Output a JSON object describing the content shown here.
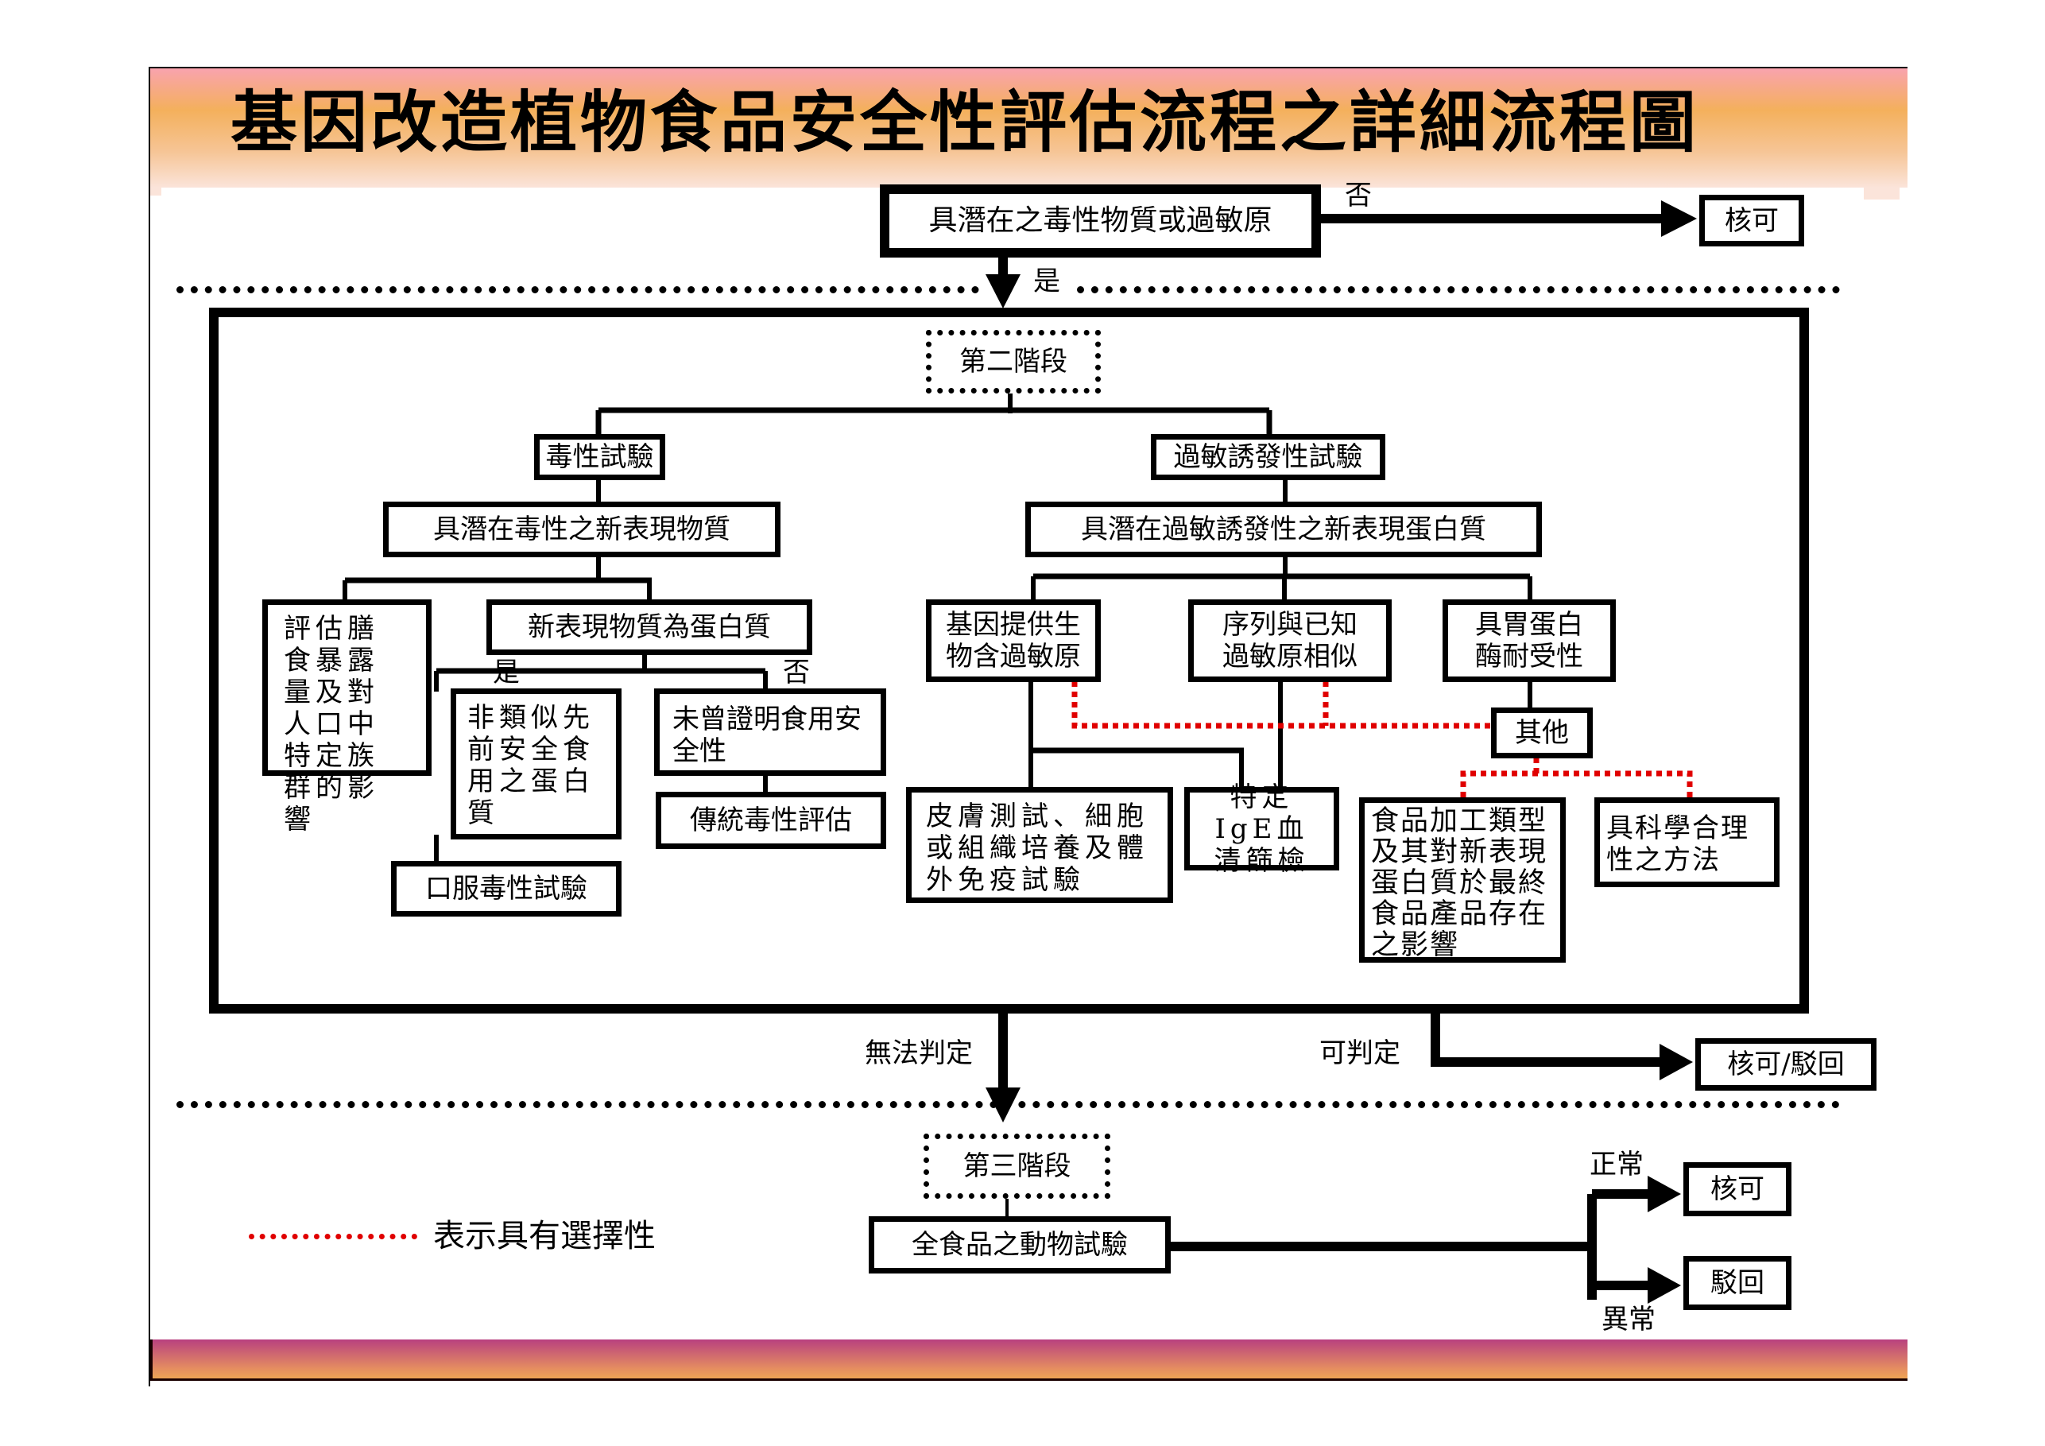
{
  "title": "基因改造植物食品安全性評估流程之詳細流程圖",
  "stage1": {
    "question": "具潛在之毒性物質或過敏原",
    "no_label": "否",
    "yes_label": "是",
    "approve": "核可"
  },
  "stage2": {
    "label": "第二階段",
    "toxicity": {
      "title": "毒性試驗",
      "substance": "具潛在毒性之新表現物質",
      "exposure": "評估膳食暴露量及對人口中特定族群的影響",
      "is_protein": "新表現物質為蛋白質",
      "yes_label": "是",
      "no_label": "否",
      "non_similar": "非類似先前安全食用之蛋白質",
      "oral_test": "口服毒性試驗",
      "unproven": "未曾證明食用安全性",
      "traditional": "傳統毒性評估"
    },
    "allergy": {
      "title": "過敏誘發性試驗",
      "protein": "具潛在過敏誘發性之新表現蛋白質",
      "gene_source": "基因提供生物含過敏原",
      "sequence": "序列與已知過敏原相似",
      "pepsin": "具胃蛋白酶耐受性",
      "other": "其他",
      "skin_test": "皮膚測試、細胞或組織培養及體外免疫試驗",
      "ige": "特定IgE血清篩檢",
      "processing": "食品加工類型及其對新表現蛋白質於最終食品產品存在之影響",
      "scientific": "具科學合理性之方法"
    },
    "undetermined": "無法判定",
    "determinable": "可判定",
    "approve_reject": "核可/駁回"
  },
  "stage3": {
    "label": "第三階段",
    "test": "全食品之動物試驗",
    "normal": "正常",
    "abnormal": "異常",
    "approve": "核可",
    "reject": "駁回"
  },
  "legend": {
    "text": "表示具有選擇性",
    "color": "#e00000"
  }
}
